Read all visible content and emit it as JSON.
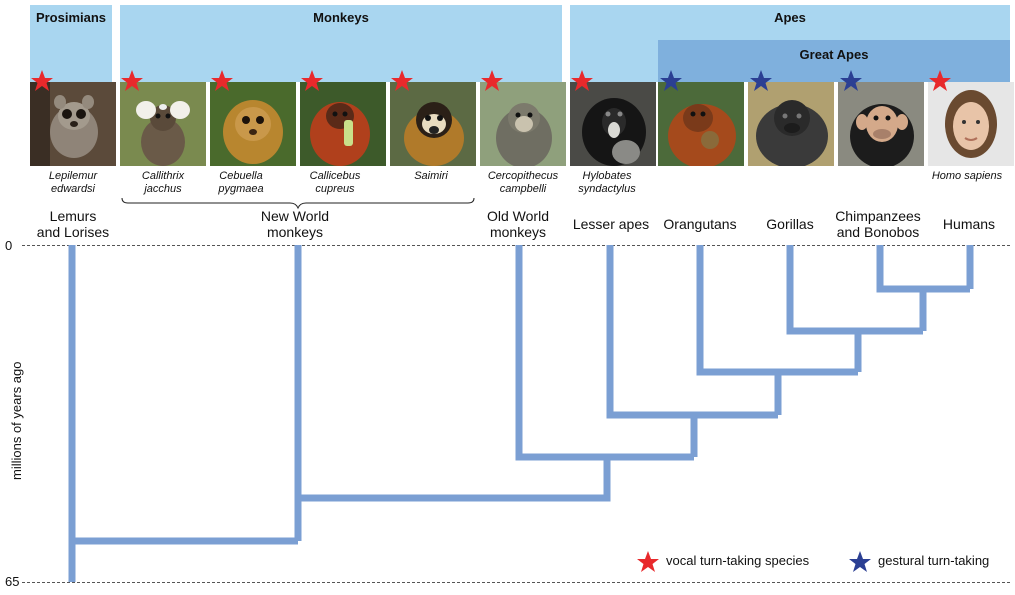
{
  "groups": {
    "prosimians": "Prosimians",
    "monkeys": "Monkeys",
    "apes": "Apes",
    "great_apes": "Great Apes"
  },
  "species": [
    {
      "sci_line1": "Lepilemur",
      "sci_line2": "edwardsi",
      "star": "vocal"
    },
    {
      "sci_line1": "Callithrix",
      "sci_line2": "jacchus",
      "star": "vocal"
    },
    {
      "sci_line1": "Cebuella",
      "sci_line2": "pygmaea",
      "star": "vocal"
    },
    {
      "sci_line1": "Callicebus",
      "sci_line2": "cupreus",
      "star": "vocal"
    },
    {
      "sci_line1": "Saimiri",
      "sci_line2": "",
      "star": "vocal"
    },
    {
      "sci_line1": "Cercopithecus",
      "sci_line2": "campbelli",
      "star": "vocal"
    },
    {
      "sci_line1": "Hylobates",
      "sci_line2": "syndactylus",
      "star": "vocal"
    },
    {
      "sci_line1": "",
      "sci_line2": "",
      "star": "gestural"
    },
    {
      "sci_line1": "",
      "sci_line2": "",
      "star": "gestural"
    },
    {
      "sci_line1": "",
      "sci_line2": "",
      "star": "gestural"
    },
    {
      "sci_line1": "Homo sapiens",
      "sci_line2": "",
      "star": "vocal"
    }
  ],
  "taxa": [
    {
      "line1": "Lemurs",
      "line2": "and Lorises"
    },
    {
      "line1": "New World",
      "line2": "monkeys"
    },
    {
      "line1": "Old World",
      "line2": "monkeys"
    },
    {
      "line1": "Lesser apes",
      "line2": ""
    },
    {
      "line1": "Orangutans",
      "line2": ""
    },
    {
      "line1": "Gorillas",
      "line2": ""
    },
    {
      "line1": "Chimpanzees",
      "line2": "and Bonobos"
    },
    {
      "line1": "Humans",
      "line2": ""
    }
  ],
  "axis": {
    "label": "millions of years ago",
    "top_tick": "0",
    "bottom_tick": "65"
  },
  "legend": {
    "vocal": "vocal turn-taking species",
    "gestural": "gestural turn-taking"
  },
  "colors": {
    "band": "#a9d6f0",
    "great_apes_band": "#7fb0dd",
    "tree": "#7b9fd3",
    "vocal_star": "#e8292c",
    "gestural_star": "#2b3f93"
  }
}
